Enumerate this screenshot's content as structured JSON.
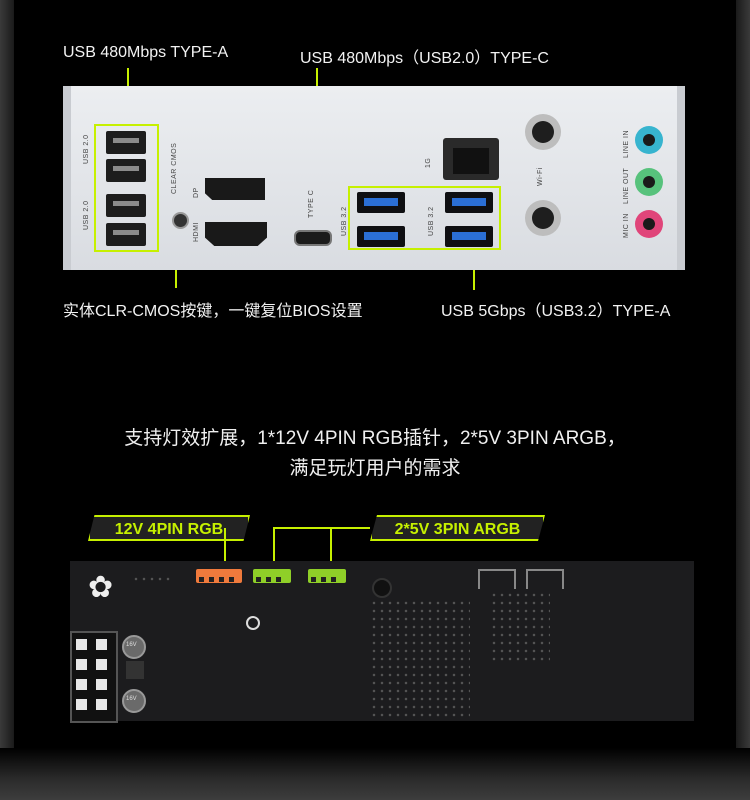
{
  "io_labels": {
    "usb2_type_a": "USB 480Mbps TYPE-A",
    "usb2_type_c": "USB 480Mbps（USB2.0）TYPE-C",
    "clr_cmos": "实体CLR-CMOS按键，一键复位BIOS设置",
    "usb32_type_a": "USB 5Gbps（USB3.2）TYPE-A"
  },
  "panel_text": {
    "usb20_top": "USB 2.0",
    "usb20_bottom": "USB 2.0",
    "clear_cmos": "CLEAR CMOS",
    "dp": "DP",
    "hdmi": "HDMI",
    "type_c": "TYPE C",
    "usb32_left": "USB 3.2",
    "usb32_right": "USB 3.2",
    "lan": "1G",
    "wifi": "Wi-Fi",
    "line_in": "LINE IN",
    "line_out": "LINE OUT",
    "mic_in": "MIC IN"
  },
  "caption": {
    "line1": "支持灯效扩展，1*12V 4PIN RGB插针，2*5V 3PIN ARGB，",
    "line2": "满足玩灯用户的需求"
  },
  "tags": {
    "rgb12v": "12V 4PIN RGB",
    "argb5v": "2*5V 3PIN ARGB"
  },
  "capacitors": {
    "cap_top": "16V",
    "cap_bottom": "16V"
  },
  "colors": {
    "accent": "#c6f000",
    "usb3_blue": "#2b6fd6",
    "line_in": "#37b4cf",
    "line_out": "#57c27c",
    "mic_in": "#e0457a",
    "rgb_header": "#f07a3c",
    "argb_header": "#8fcf28"
  }
}
